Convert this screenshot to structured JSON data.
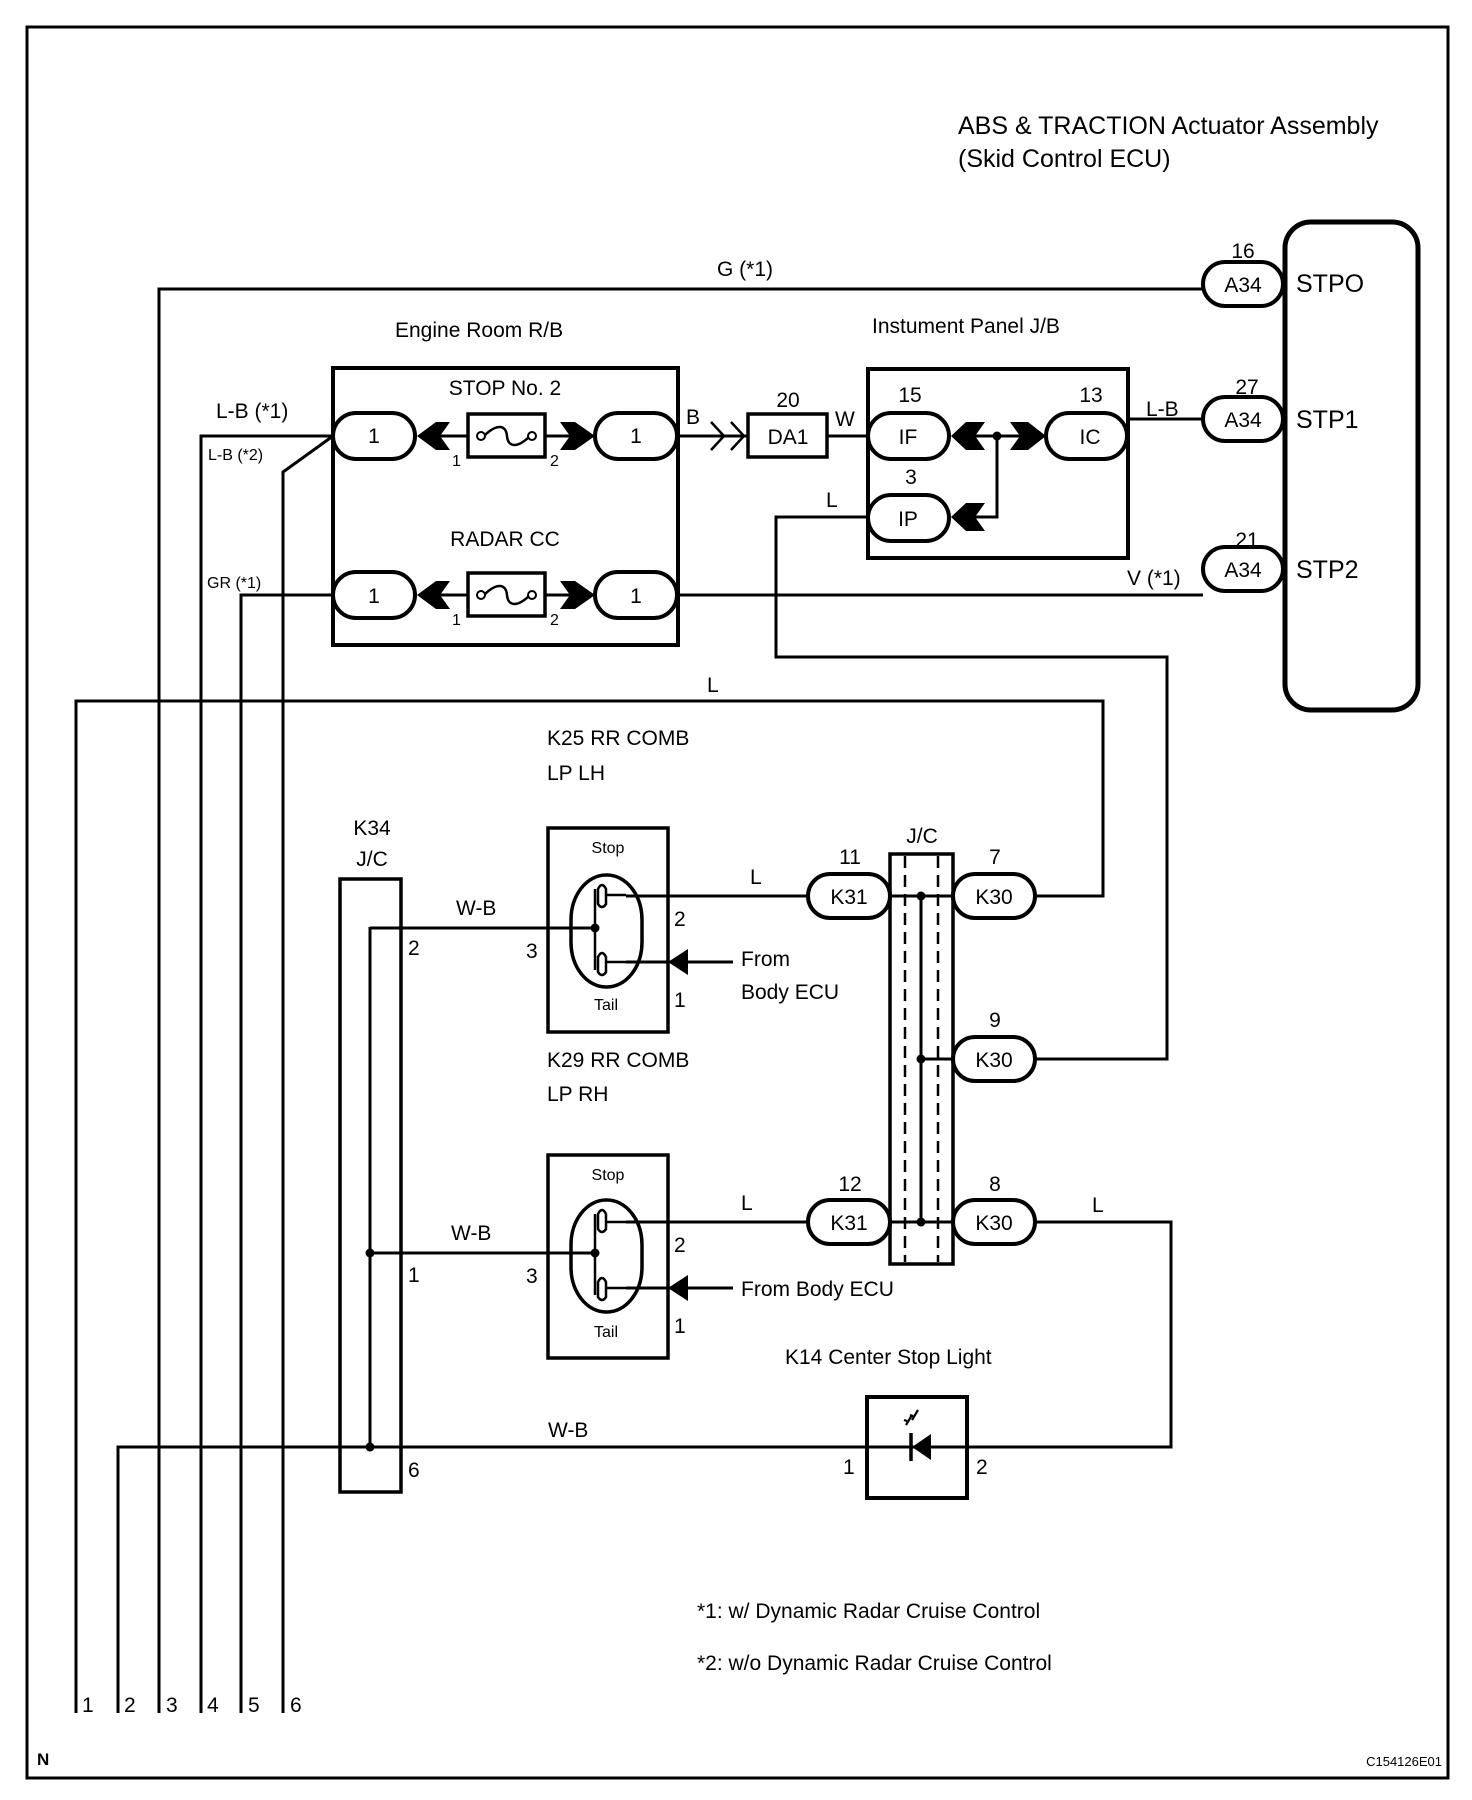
{
  "ecu": {
    "title_line1": "ABS & TRACTION Actuator Assembly",
    "title_line2": "(Skid Control ECU)",
    "pins": [
      {
        "pin": "16",
        "connector": "A34",
        "name": "STPO"
      },
      {
        "pin": "27",
        "connector": "A34",
        "name": "STP1"
      },
      {
        "pin": "21",
        "connector": "A34",
        "name": "STP2"
      }
    ]
  },
  "engine_room_rb": {
    "title": "Engine Room R/B",
    "fuses": [
      {
        "name": "STOP No. 2",
        "in_connector": "1",
        "out_connector": "1",
        "term_left": "1",
        "term_right": "2"
      },
      {
        "name": "RADAR CC",
        "in_connector": "1",
        "out_connector": "1",
        "term_left": "1",
        "term_right": "2"
      }
    ]
  },
  "instrument_panel_jb": {
    "title": "Instument Panel J/B",
    "connectors": [
      {
        "pin": "15",
        "label": "IF"
      },
      {
        "pin": "13",
        "label": "IC"
      },
      {
        "pin": "3",
        "label": "IP"
      }
    ]
  },
  "da1": {
    "pin": "20",
    "label": "DA1"
  },
  "wires": {
    "g1": "G (*1)",
    "lb1": "L-B (*1)",
    "lb2": "L-B (*2)",
    "gr1": "GR (*1)",
    "b": "B",
    "w": "W",
    "lb": "L-B",
    "l_ip": "L",
    "v1": "V (*1)",
    "l_top": "L",
    "l_k25": "L",
    "wb_k25": "W-B",
    "l_k29": "L",
    "wb_k29": "W-B",
    "l_k30_8": "L",
    "wb_k14": "W-B"
  },
  "k25": {
    "title_line1": "K25 RR COMB",
    "title_line2": "LP LH",
    "stop": "Stop",
    "tail": "Tail",
    "pin_stop": "2",
    "pin_tail": "1",
    "pin_ground": "3",
    "from_line1": "From",
    "from_line2": "Body ECU"
  },
  "k29": {
    "title_line1": "K29 RR COMB",
    "title_line2": "LP RH",
    "stop": "Stop",
    "tail": "Tail",
    "pin_stop": "2",
    "pin_tail": "1",
    "pin_ground": "3",
    "from": "From Body ECU"
  },
  "k34": {
    "title_line1": "K34",
    "title_line2": "J/C",
    "pins": [
      "2",
      "1",
      "6"
    ]
  },
  "jc": {
    "title": "J/C",
    "connectors": [
      {
        "pin": "11",
        "label": "K31"
      },
      {
        "pin": "7",
        "label": "K30"
      },
      {
        "pin": "9",
        "label": "K30"
      },
      {
        "pin": "12",
        "label": "K31"
      },
      {
        "pin": "8",
        "label": "K30"
      }
    ]
  },
  "k14": {
    "title": "K14 Center Stop Light",
    "pin_left": "1",
    "pin_right": "2"
  },
  "ground_lines": [
    "1",
    "2",
    "3",
    "4",
    "5",
    "6"
  ],
  "footnotes": [
    "*1: w/ Dynamic Radar Cruise Control",
    "*2: w/o Dynamic Radar Cruise Control"
  ],
  "corner_letter": "N",
  "figure_id": "C154126E01"
}
